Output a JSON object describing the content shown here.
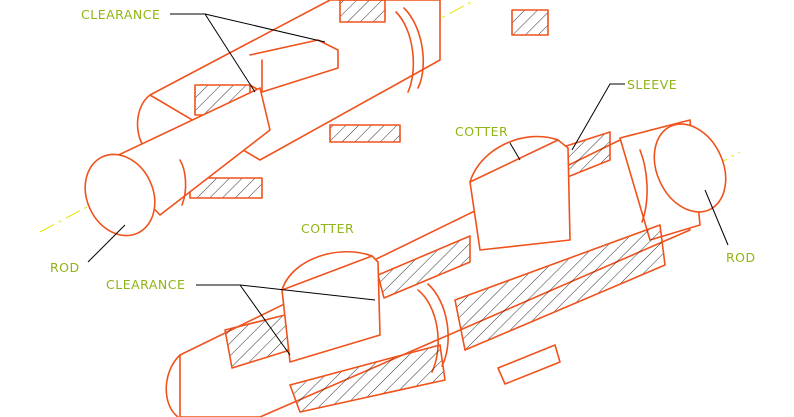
{
  "labels": {
    "clearance_top": "CLEARANCE",
    "sleeve": "SLEEVE",
    "cotter_upper": "COTTER",
    "rod_left": "ROD",
    "cotter_lower": "COTTER",
    "rod_right": "ROD",
    "clearance_bottom": "CLEARANCE"
  },
  "colors": {
    "outline": "#f0521c",
    "label": "#8fb514",
    "centerline": "#e6e600",
    "leader": "#000000"
  }
}
